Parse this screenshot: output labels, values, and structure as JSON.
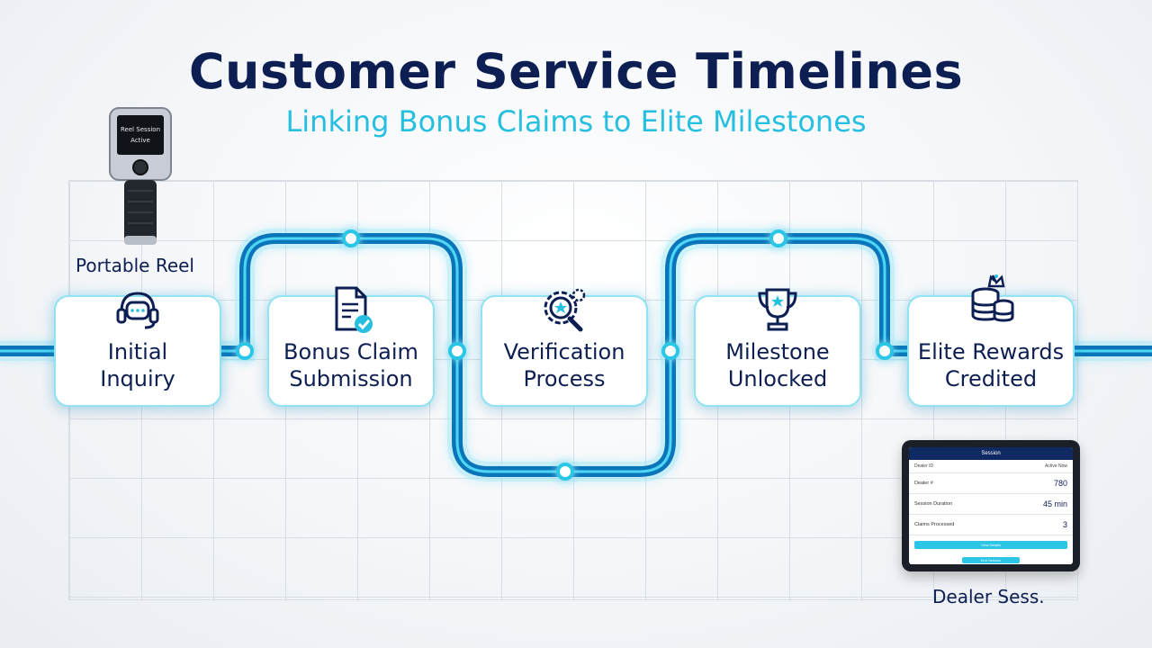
{
  "title": "Customer Service Timelines",
  "subtitle": "Linking Bonus Claims to Elite Milestones",
  "steps": [
    {
      "label": "Initial\nInquiry",
      "icon": "headset-chat-icon"
    },
    {
      "label": "Bonus Claim\nSubmission",
      "icon": "document-check-icon"
    },
    {
      "label": "Verification\nProcess",
      "icon": "gear-magnifier-icon"
    },
    {
      "label": "Milestone\nUnlocked",
      "icon": "trophy-icon"
    },
    {
      "label": "Elite Rewards\nCredited",
      "icon": "crowned-coin-stack-icon"
    }
  ],
  "devices": {
    "reel": {
      "label": "Portable Reel",
      "screen_text": "Reel Session\nActive"
    },
    "tablet": {
      "label": "Dealer Sess.",
      "header": "Session",
      "subheader_left": "Dealer ID",
      "subheader_right": "Active Now",
      "rows": [
        {
          "key": "Dealer #",
          "value": "780"
        },
        {
          "key": "Session Duration",
          "value": "45 min"
        },
        {
          "key": "Claims Processed",
          "value": "3"
        }
      ],
      "primary_button": "View Details",
      "secondary_button": "End Session"
    }
  },
  "colors": {
    "title": "#0d1f52",
    "subtitle": "#27bfe0",
    "path": "#0a75b8",
    "glow": "#36cdf0",
    "node": "#2bc6e6"
  }
}
